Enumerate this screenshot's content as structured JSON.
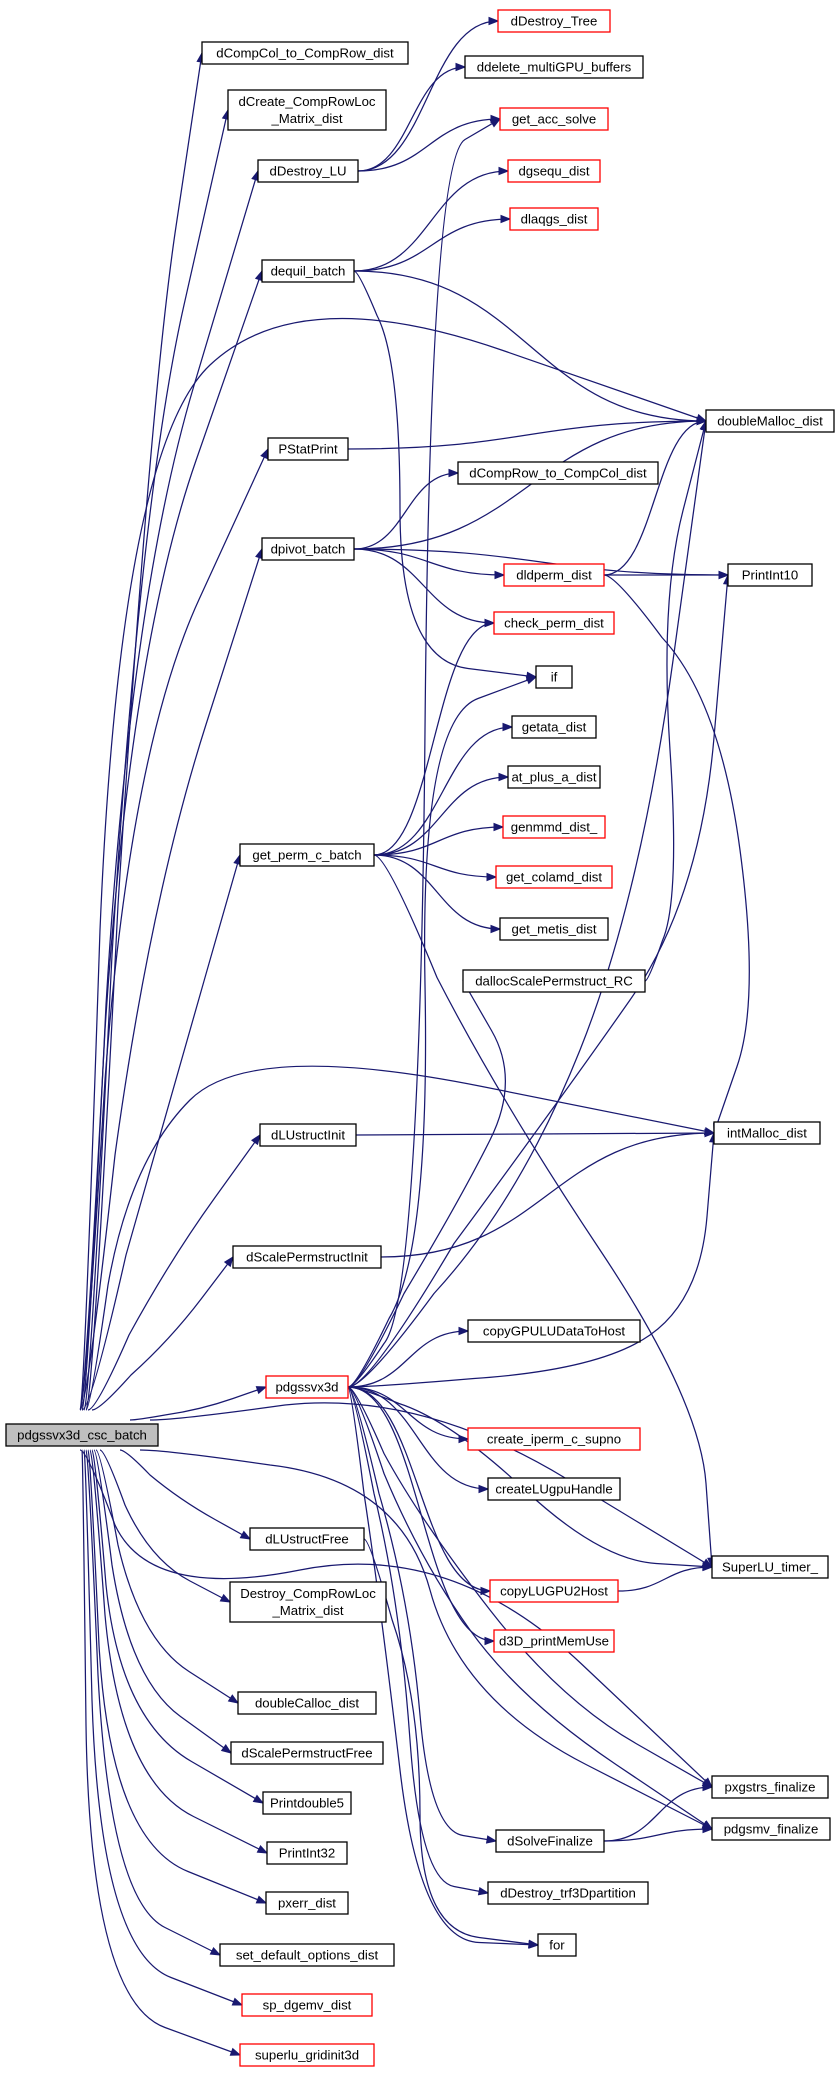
{
  "colors": {
    "edge": "#191970",
    "border_normal": "#000000",
    "border_truncated": "#ff0000",
    "root_fill": "#bfbfbf",
    "background": "#ffffff"
  },
  "nodes": {
    "root": {
      "lines": [
        "pdgssvx3d_csc_batch"
      ],
      "style": "root"
    },
    "dCompColToCompRow": {
      "lines": [
        "dCompCol_to_CompRow_dist"
      ],
      "style": "normal"
    },
    "dCreateCompRowLoc": {
      "lines": [
        "dCreate_CompRowLoc",
        "_Matrix_dist"
      ],
      "style": "normal"
    },
    "dDestroyLU": {
      "lines": [
        "dDestroy_LU"
      ],
      "style": "normal"
    },
    "dequilBatch": {
      "lines": [
        "dequil_batch"
      ],
      "style": "normal"
    },
    "pstatPrint": {
      "lines": [
        "PStatPrint"
      ],
      "style": "normal"
    },
    "dpivotBatch": {
      "lines": [
        "dpivot_batch"
      ],
      "style": "normal"
    },
    "getPermCBatch": {
      "lines": [
        "get_perm_c_batch"
      ],
      "style": "normal"
    },
    "dLUstructInit": {
      "lines": [
        "dLUstructInit"
      ],
      "style": "normal"
    },
    "dScalePermstructInit": {
      "lines": [
        "dScalePermstructInit"
      ],
      "style": "normal"
    },
    "pdgssvx3d": {
      "lines": [
        "pdgssvx3d"
      ],
      "style": "truncated"
    },
    "dLUstructFree": {
      "lines": [
        "dLUstructFree"
      ],
      "style": "normal"
    },
    "destroyCompRowLoc": {
      "lines": [
        "Destroy_CompRowLoc",
        "_Matrix_dist"
      ],
      "style": "normal"
    },
    "doubleCalloc": {
      "lines": [
        "doubleCalloc_dist"
      ],
      "style": "normal"
    },
    "dScalePermstructFree": {
      "lines": [
        "dScalePermstructFree"
      ],
      "style": "normal"
    },
    "printdouble5": {
      "lines": [
        "Printdouble5"
      ],
      "style": "normal"
    },
    "printInt32": {
      "lines": [
        "PrintInt32"
      ],
      "style": "normal"
    },
    "pxerr": {
      "lines": [
        "pxerr_dist"
      ],
      "style": "normal"
    },
    "setDefaultOptions": {
      "lines": [
        "set_default_options_dist"
      ],
      "style": "normal"
    },
    "spDgemv": {
      "lines": [
        "sp_dgemv_dist"
      ],
      "style": "truncated"
    },
    "superluGridinit3d": {
      "lines": [
        "superlu_gridinit3d"
      ],
      "style": "truncated"
    },
    "dDestroyTree": {
      "lines": [
        "dDestroy_Tree"
      ],
      "style": "truncated"
    },
    "ddeleteMultiGPU": {
      "lines": [
        "ddelete_multiGPU_buffers"
      ],
      "style": "normal"
    },
    "getAccSolve": {
      "lines": [
        "get_acc_solve"
      ],
      "style": "truncated"
    },
    "dgsequ": {
      "lines": [
        "dgsequ_dist"
      ],
      "style": "truncated"
    },
    "dlaqgs": {
      "lines": [
        "dlaqgs_dist"
      ],
      "style": "truncated"
    },
    "dCompRowToCompCol": {
      "lines": [
        "dCompRow_to_CompCol_dist"
      ],
      "style": "normal"
    },
    "dldperm": {
      "lines": [
        "dldperm_dist"
      ],
      "style": "truncated"
    },
    "checkPerm": {
      "lines": [
        "check_perm_dist"
      ],
      "style": "truncated"
    },
    "ifNode": {
      "lines": [
        "if"
      ],
      "style": "normal"
    },
    "getata": {
      "lines": [
        "getata_dist"
      ],
      "style": "normal"
    },
    "atPlusA": {
      "lines": [
        "at_plus_a_dist"
      ],
      "style": "normal"
    },
    "genmmd": {
      "lines": [
        "genmmd_dist_"
      ],
      "style": "truncated"
    },
    "getColamd": {
      "lines": [
        "get_colamd_dist"
      ],
      "style": "truncated"
    },
    "getMetis": {
      "lines": [
        "get_metis_dist"
      ],
      "style": "normal"
    },
    "dallocScalePermstruct": {
      "lines": [
        "dallocScalePermstruct_RC"
      ],
      "style": "normal"
    },
    "copyGPULU": {
      "lines": [
        "copyGPULUDataToHost"
      ],
      "style": "normal"
    },
    "createIpermC": {
      "lines": [
        "create_iperm_c_supno"
      ],
      "style": "truncated"
    },
    "createLUgpu": {
      "lines": [
        "createLUgpuHandle"
      ],
      "style": "normal"
    },
    "copyLUGPU2Host": {
      "lines": [
        "copyLUGPU2Host"
      ],
      "style": "truncated"
    },
    "d3DPrintMemUse": {
      "lines": [
        "d3D_printMemUse"
      ],
      "style": "truncated"
    },
    "dSolveFinalize": {
      "lines": [
        "dSolveFinalize"
      ],
      "style": "normal"
    },
    "dDestroyTrf3D": {
      "lines": [
        "dDestroy_trf3Dpartition"
      ],
      "style": "normal"
    },
    "forNode": {
      "lines": [
        "for"
      ],
      "style": "normal"
    },
    "doubleMalloc": {
      "lines": [
        "doubleMalloc_dist"
      ],
      "style": "normal"
    },
    "printInt10": {
      "lines": [
        "PrintInt10"
      ],
      "style": "normal"
    },
    "intMalloc": {
      "lines": [
        "intMalloc_dist"
      ],
      "style": "normal"
    },
    "superluTimer": {
      "lines": [
        "SuperLU_timer_"
      ],
      "style": "normal"
    },
    "pxgstrsFinalize": {
      "lines": [
        "pxgstrs_finalize"
      ],
      "style": "normal"
    },
    "pdgsmvFinalize": {
      "lines": [
        "pdgsmv_finalize"
      ],
      "style": "normal"
    }
  },
  "edges": [
    [
      "root",
      "dCompColToCompRow"
    ],
    [
      "root",
      "dCreateCompRowLoc"
    ],
    [
      "root",
      "dDestroyLU"
    ],
    [
      "root",
      "dequilBatch"
    ],
    [
      "root",
      "doubleMalloc"
    ],
    [
      "root",
      "pstatPrint"
    ],
    [
      "root",
      "dpivotBatch"
    ],
    [
      "root",
      "getPermCBatch"
    ],
    [
      "root",
      "intMalloc"
    ],
    [
      "root",
      "dLUstructInit"
    ],
    [
      "root",
      "dScalePermstructInit"
    ],
    [
      "root",
      "pdgssvx3d"
    ],
    [
      "root",
      "dLUstructFree"
    ],
    [
      "root",
      "destroyCompRowLoc"
    ],
    [
      "root",
      "doubleCalloc"
    ],
    [
      "root",
      "dScalePermstructFree"
    ],
    [
      "root",
      "printdouble5"
    ],
    [
      "root",
      "printInt32"
    ],
    [
      "root",
      "pxerr"
    ],
    [
      "root",
      "setDefaultOptions"
    ],
    [
      "root",
      "spDgemv"
    ],
    [
      "root",
      "superluGridinit3d"
    ],
    [
      "root",
      "superluTimer"
    ],
    [
      "root",
      "pxgstrsFinalize"
    ],
    [
      "root",
      "pdgsmvFinalize"
    ],
    [
      "dDestroyLU",
      "dDestroyTree"
    ],
    [
      "dDestroyLU",
      "ddeleteMultiGPU"
    ],
    [
      "dDestroyLU",
      "getAccSolve"
    ],
    [
      "dequilBatch",
      "dgsequ"
    ],
    [
      "dequilBatch",
      "dlaqgs"
    ],
    [
      "dequilBatch",
      "doubleMalloc"
    ],
    [
      "dequilBatch",
      "ifNode"
    ],
    [
      "pstatPrint",
      "doubleMalloc"
    ],
    [
      "dpivotBatch",
      "doubleMalloc"
    ],
    [
      "dpivotBatch",
      "dCompRowToCompCol"
    ],
    [
      "dpivotBatch",
      "dldperm"
    ],
    [
      "dpivotBatch",
      "printInt10"
    ],
    [
      "dpivotBatch",
      "checkPerm"
    ],
    [
      "dldperm",
      "doubleMalloc"
    ],
    [
      "dldperm",
      "printInt10"
    ],
    [
      "dldperm",
      "intMalloc"
    ],
    [
      "getPermCBatch",
      "checkPerm"
    ],
    [
      "getPermCBatch",
      "getata"
    ],
    [
      "getPermCBatch",
      "atPlusA"
    ],
    [
      "getPermCBatch",
      "genmmd"
    ],
    [
      "getPermCBatch",
      "getColamd"
    ],
    [
      "getPermCBatch",
      "getMetis"
    ],
    [
      "getPermCBatch",
      "superluTimer"
    ],
    [
      "dallocScalePermstruct",
      "doubleMalloc"
    ],
    [
      "dLUstructInit",
      "intMalloc"
    ],
    [
      "dScalePermstructInit",
      "intMalloc"
    ],
    [
      "pdgssvx3d",
      "getAccSolve"
    ],
    [
      "pdgssvx3d",
      "ifNode"
    ],
    [
      "pdgssvx3d",
      "dallocScalePermstruct"
    ],
    [
      "pdgssvx3d",
      "doubleMalloc"
    ],
    [
      "pdgssvx3d",
      "printInt10"
    ],
    [
      "pdgssvx3d",
      "intMalloc"
    ],
    [
      "pdgssvx3d",
      "copyGPULU"
    ],
    [
      "pdgssvx3d",
      "createIpermC"
    ],
    [
      "pdgssvx3d",
      "createLUgpu"
    ],
    [
      "pdgssvx3d",
      "superluTimer"
    ],
    [
      "pdgssvx3d",
      "copyLUGPU2Host"
    ],
    [
      "pdgssvx3d",
      "d3DPrintMemUse"
    ],
    [
      "pdgssvx3d",
      "pxgstrsFinalize"
    ],
    [
      "pdgssvx3d",
      "pdgsmvFinalize"
    ],
    [
      "pdgssvx3d",
      "dSolveFinalize"
    ],
    [
      "pdgssvx3d",
      "dDestroyTrf3D"
    ],
    [
      "pdgssvx3d",
      "forNode"
    ],
    [
      "copyLUGPU2Host",
      "superluTimer"
    ],
    [
      "dLUstructFree",
      "forNode"
    ],
    [
      "dSolveFinalize",
      "pxgstrsFinalize"
    ],
    [
      "dSolveFinalize",
      "pdgsmvFinalize"
    ]
  ]
}
